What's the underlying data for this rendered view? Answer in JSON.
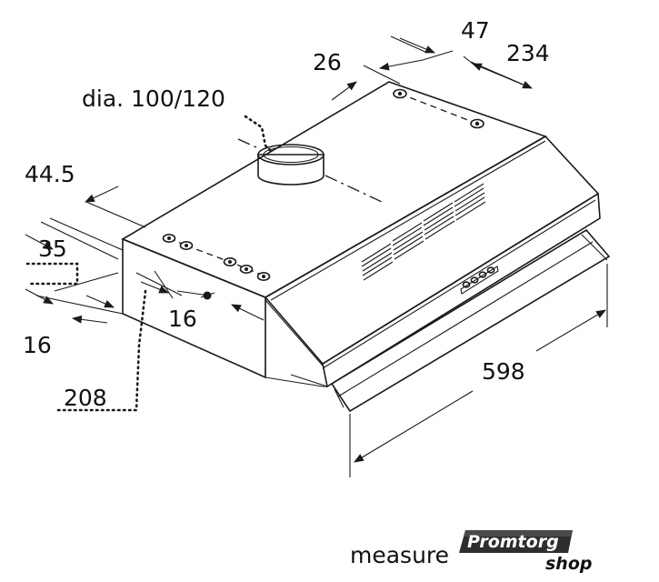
{
  "diagram": {
    "duct_label": "dia. 100/120",
    "dimensions": {
      "width_total": "598",
      "top_offset_26": "26",
      "top_offset_47": "47",
      "rear_spacing": "234",
      "depth_44_5": "44.5",
      "front_35": "35",
      "front_16_lower": "16",
      "front_16_right": "16",
      "front_208": "208"
    },
    "footer_text": "measure",
    "watermark": {
      "main": "Promtorg",
      "sub": "shop"
    }
  }
}
